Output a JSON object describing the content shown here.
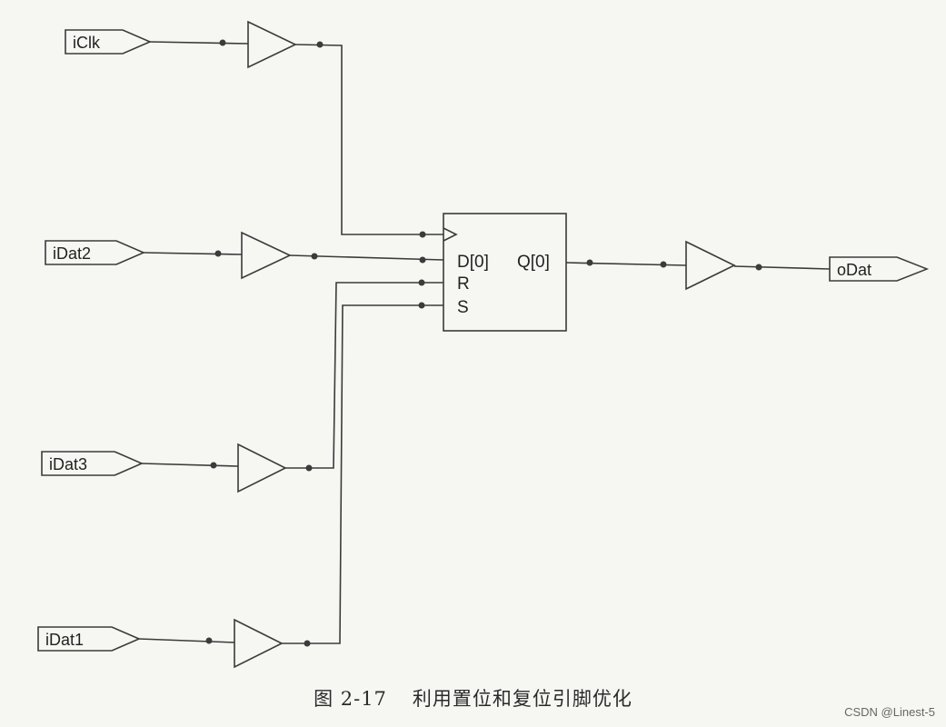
{
  "ports": {
    "iclk": "iClk",
    "idat2": "iDat2",
    "idat3": "iDat3",
    "idat1": "iDat1",
    "odat": "oDat"
  },
  "flipflop": {
    "d": "D[0]",
    "q": "Q[0]",
    "r": "R",
    "s": "S"
  },
  "caption": {
    "number": "图 2-17",
    "title": "利用置位和复位引脚优化"
  },
  "watermark": "CSDN @Linest-5"
}
